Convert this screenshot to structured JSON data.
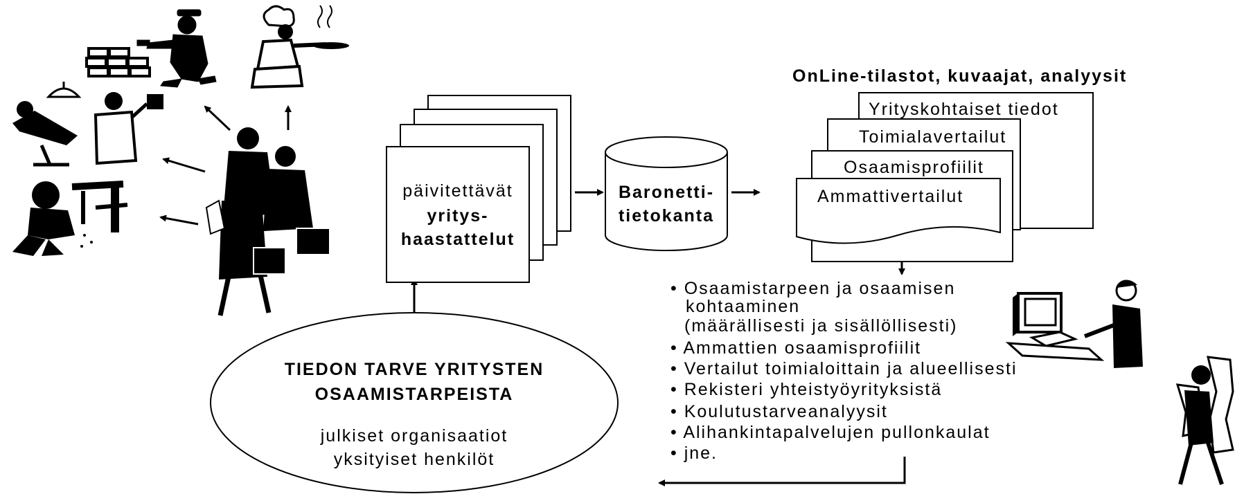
{
  "process_stack": {
    "line1": "päivitettävät",
    "line2": "yritys-",
    "line3": "haastattelut"
  },
  "database": {
    "line1": "Baronetti-",
    "line2": "tietokanta"
  },
  "online": {
    "title": "OnLine-tilastot, kuvaajat, analyysit",
    "docs": [
      "Yrityskohtaiset tiedot",
      "Toimialavertailut",
      "Osaamisprofiilit",
      "Ammattivertailut"
    ]
  },
  "needs": {
    "title1": "TIEDON TARVE YRITYSTEN",
    "title2": "OSAAMISTARPEISTA",
    "line1": "julkiset organisaatiot",
    "line2": "yksityiset henkilöt"
  },
  "benefits": {
    "items": [
      "• Osaamistarpeen ja osaamisen",
      "  kohtaaminen",
      "  (määrällisesti ja sisällöllisesti)",
      "• Ammattien osaamisprofiilit",
      "• Vertailut toimialoittain ja alueellisesti",
      "• Rekisteri yhteistyöyrityksistä",
      "• Koulutustarveanalyysit",
      "• Alihankintapalvelujen pullonkaulat",
      "• jne."
    ]
  },
  "icons": [
    "bricklayer-icon",
    "chef-icon",
    "dentist-icon",
    "plumber-icon",
    "business-team-icon",
    "computer-user-icon",
    "report-reader-icon"
  ]
}
